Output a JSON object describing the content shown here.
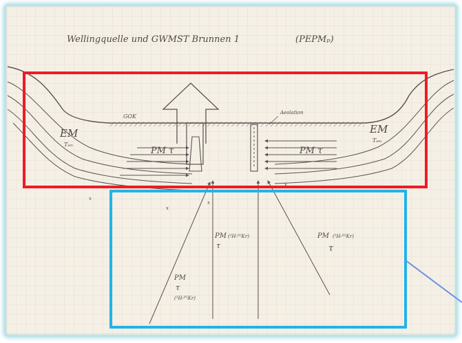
{
  "title": "Wellingquelle und GWMST Brunnen 1",
  "title_model": "(PEPMₚ)",
  "labels": {
    "gok": "GOK",
    "aquifer_top": "Aeolation",
    "em_left": "EM",
    "em_left_sub": "Tₑₘ",
    "em_right": "EM",
    "em_right_sub": "Tₑₘ",
    "pm_left": "PM τ",
    "pm_right": "PM τ",
    "pm_center": "PM",
    "pm_center_iso": "(³H-⁸⁵Kr)",
    "pm_center_tau": "τ",
    "pm_right_lower": "PM",
    "pm_right_lower_iso": "(³H-⁸⁵Kr)",
    "pm_right_lower_tau": "τ",
    "pm_left_lower": "PM",
    "pm_left_lower_tau": "τ",
    "pm_left_lower_iso": "(³H-⁸⁵Kr)"
  },
  "colors": {
    "highlight_red": "#ee1b24",
    "highlight_blue": "#20b4e8",
    "pointer_line": "#6e8fe6",
    "paper": "#f5f0e6",
    "grid": "#e6d7c7",
    "pencil": "#5a5150"
  }
}
